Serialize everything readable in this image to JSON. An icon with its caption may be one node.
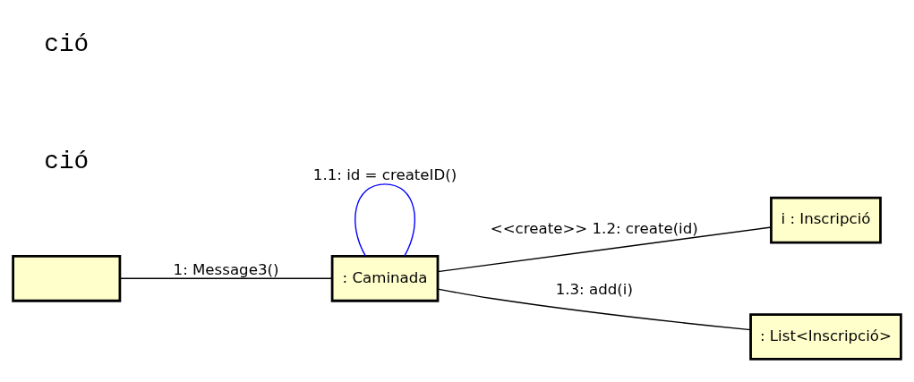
{
  "diagram": {
    "nodes": [
      {
        "text": [],
        "shape": "box"
      },
      {
        "text": [
          ": Caminada"
        ]
      },
      {
        "text": [
          "i : Inscripció"
        ]
      },
      {
        "text": [
          ": List<Inscripció>"
        ]
      }
    ],
    "edges": [
      {
        "from": 0,
        "to": 1,
        "arrow": "none",
        "label": "1: Message3()"
      },
      {
        "from": 1,
        "to": 1,
        "arrow": "none",
        "label": "1.1: id = createID()",
        "color": "#0000ff"
      },
      {
        "from": 1,
        "to": 2,
        "arrow": "none",
        "label": "<<create>> 1.2: create(id)"
      },
      {
        "from": 1,
        "to": 3,
        "arrow": "none",
        "label": "1.3: add(i)"
      }
    ],
    "labels": [
      "ció",
      "ció"
    ]
  }
}
